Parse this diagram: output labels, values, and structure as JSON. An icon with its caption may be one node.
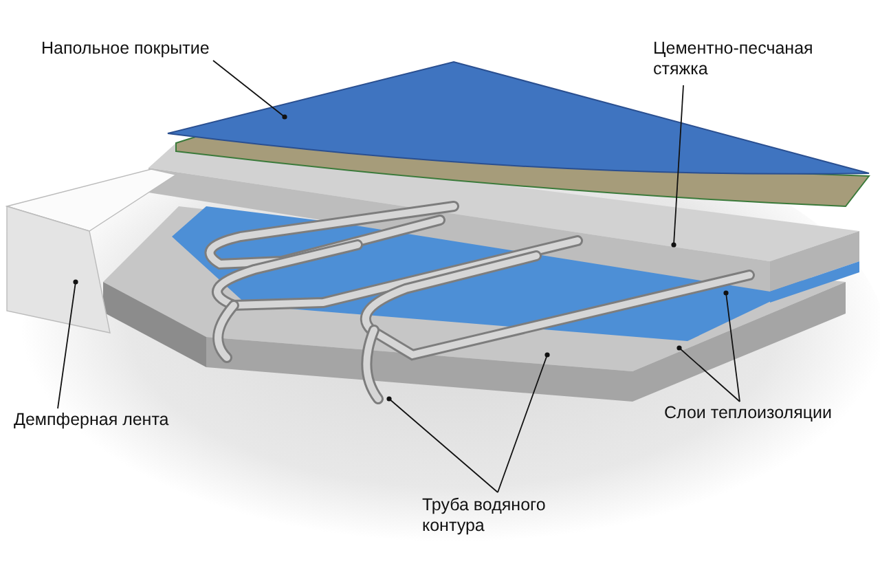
{
  "diagram": {
    "nodes": [
      {
        "text": [
          "Напольное покрытие"
        ]
      },
      {
        "text": [
          "Цементно-песчаная стяжка"
        ]
      },
      {
        "text": [
          "Демпферная лента"
        ]
      },
      {
        "text": [
          "Слои теплоизоляции"
        ]
      },
      {
        "text": [
          "Труба водяного контура"
        ]
      }
    ],
    "edges": [
      {
        "from": 0,
        "to": null,
        "arrow": "other"
      },
      {
        "from": 1,
        "to": null,
        "arrow": "other"
      },
      {
        "from": 2,
        "to": null,
        "arrow": "other"
      },
      {
        "from": 3,
        "to": null,
        "arrow": "other"
      },
      {
        "from": 3,
        "to": null,
        "arrow": "other"
      },
      {
        "from": 4,
        "to": null,
        "arrow": "other"
      },
      {
        "from": 4,
        "to": null,
        "arrow": "other"
      }
    ]
  }
}
